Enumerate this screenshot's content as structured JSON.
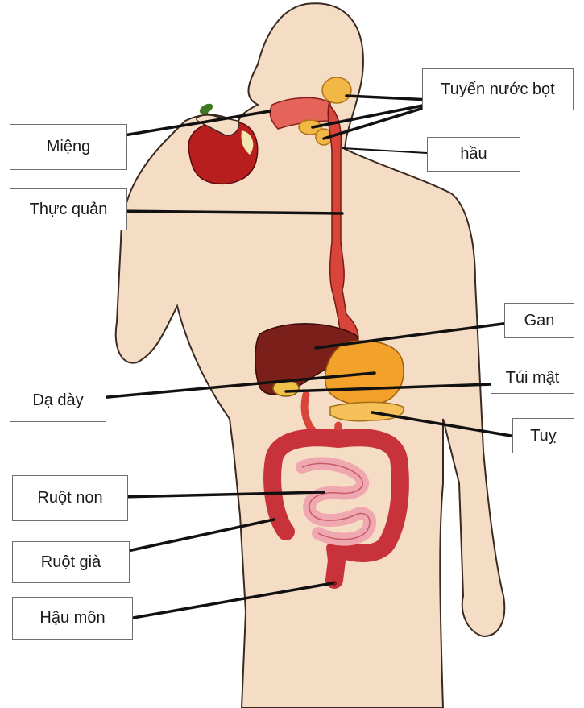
{
  "figure": {
    "labels": {
      "mieng": "Miệng",
      "thuc_quan": "Thực quản",
      "tuyen_nuoc_bot": "Tuyến nước bọt",
      "hau": "hầu",
      "gan": "Gan",
      "da_day": "Dạ dày",
      "tui_mat": "Túi mật",
      "tuy": "Tuỵ",
      "ruot_non": "Ruột non",
      "ruot_gia": "Ruột già",
      "hau_mon": "Hậu môn"
    },
    "colors": {
      "skin": "#f5dcc4",
      "skin_outline": "#3a2a22",
      "tract": "#d9453a",
      "liver": "#7a1f1a",
      "stomach": "#f2a12a",
      "gallbladder": "#f0c24a",
      "pancreas": "#f6c15a",
      "small_intestine": "#f0a8b0",
      "large_intestine": "#c8323a",
      "apple": "#b81e1e",
      "leader_line": "#111111"
    }
  }
}
